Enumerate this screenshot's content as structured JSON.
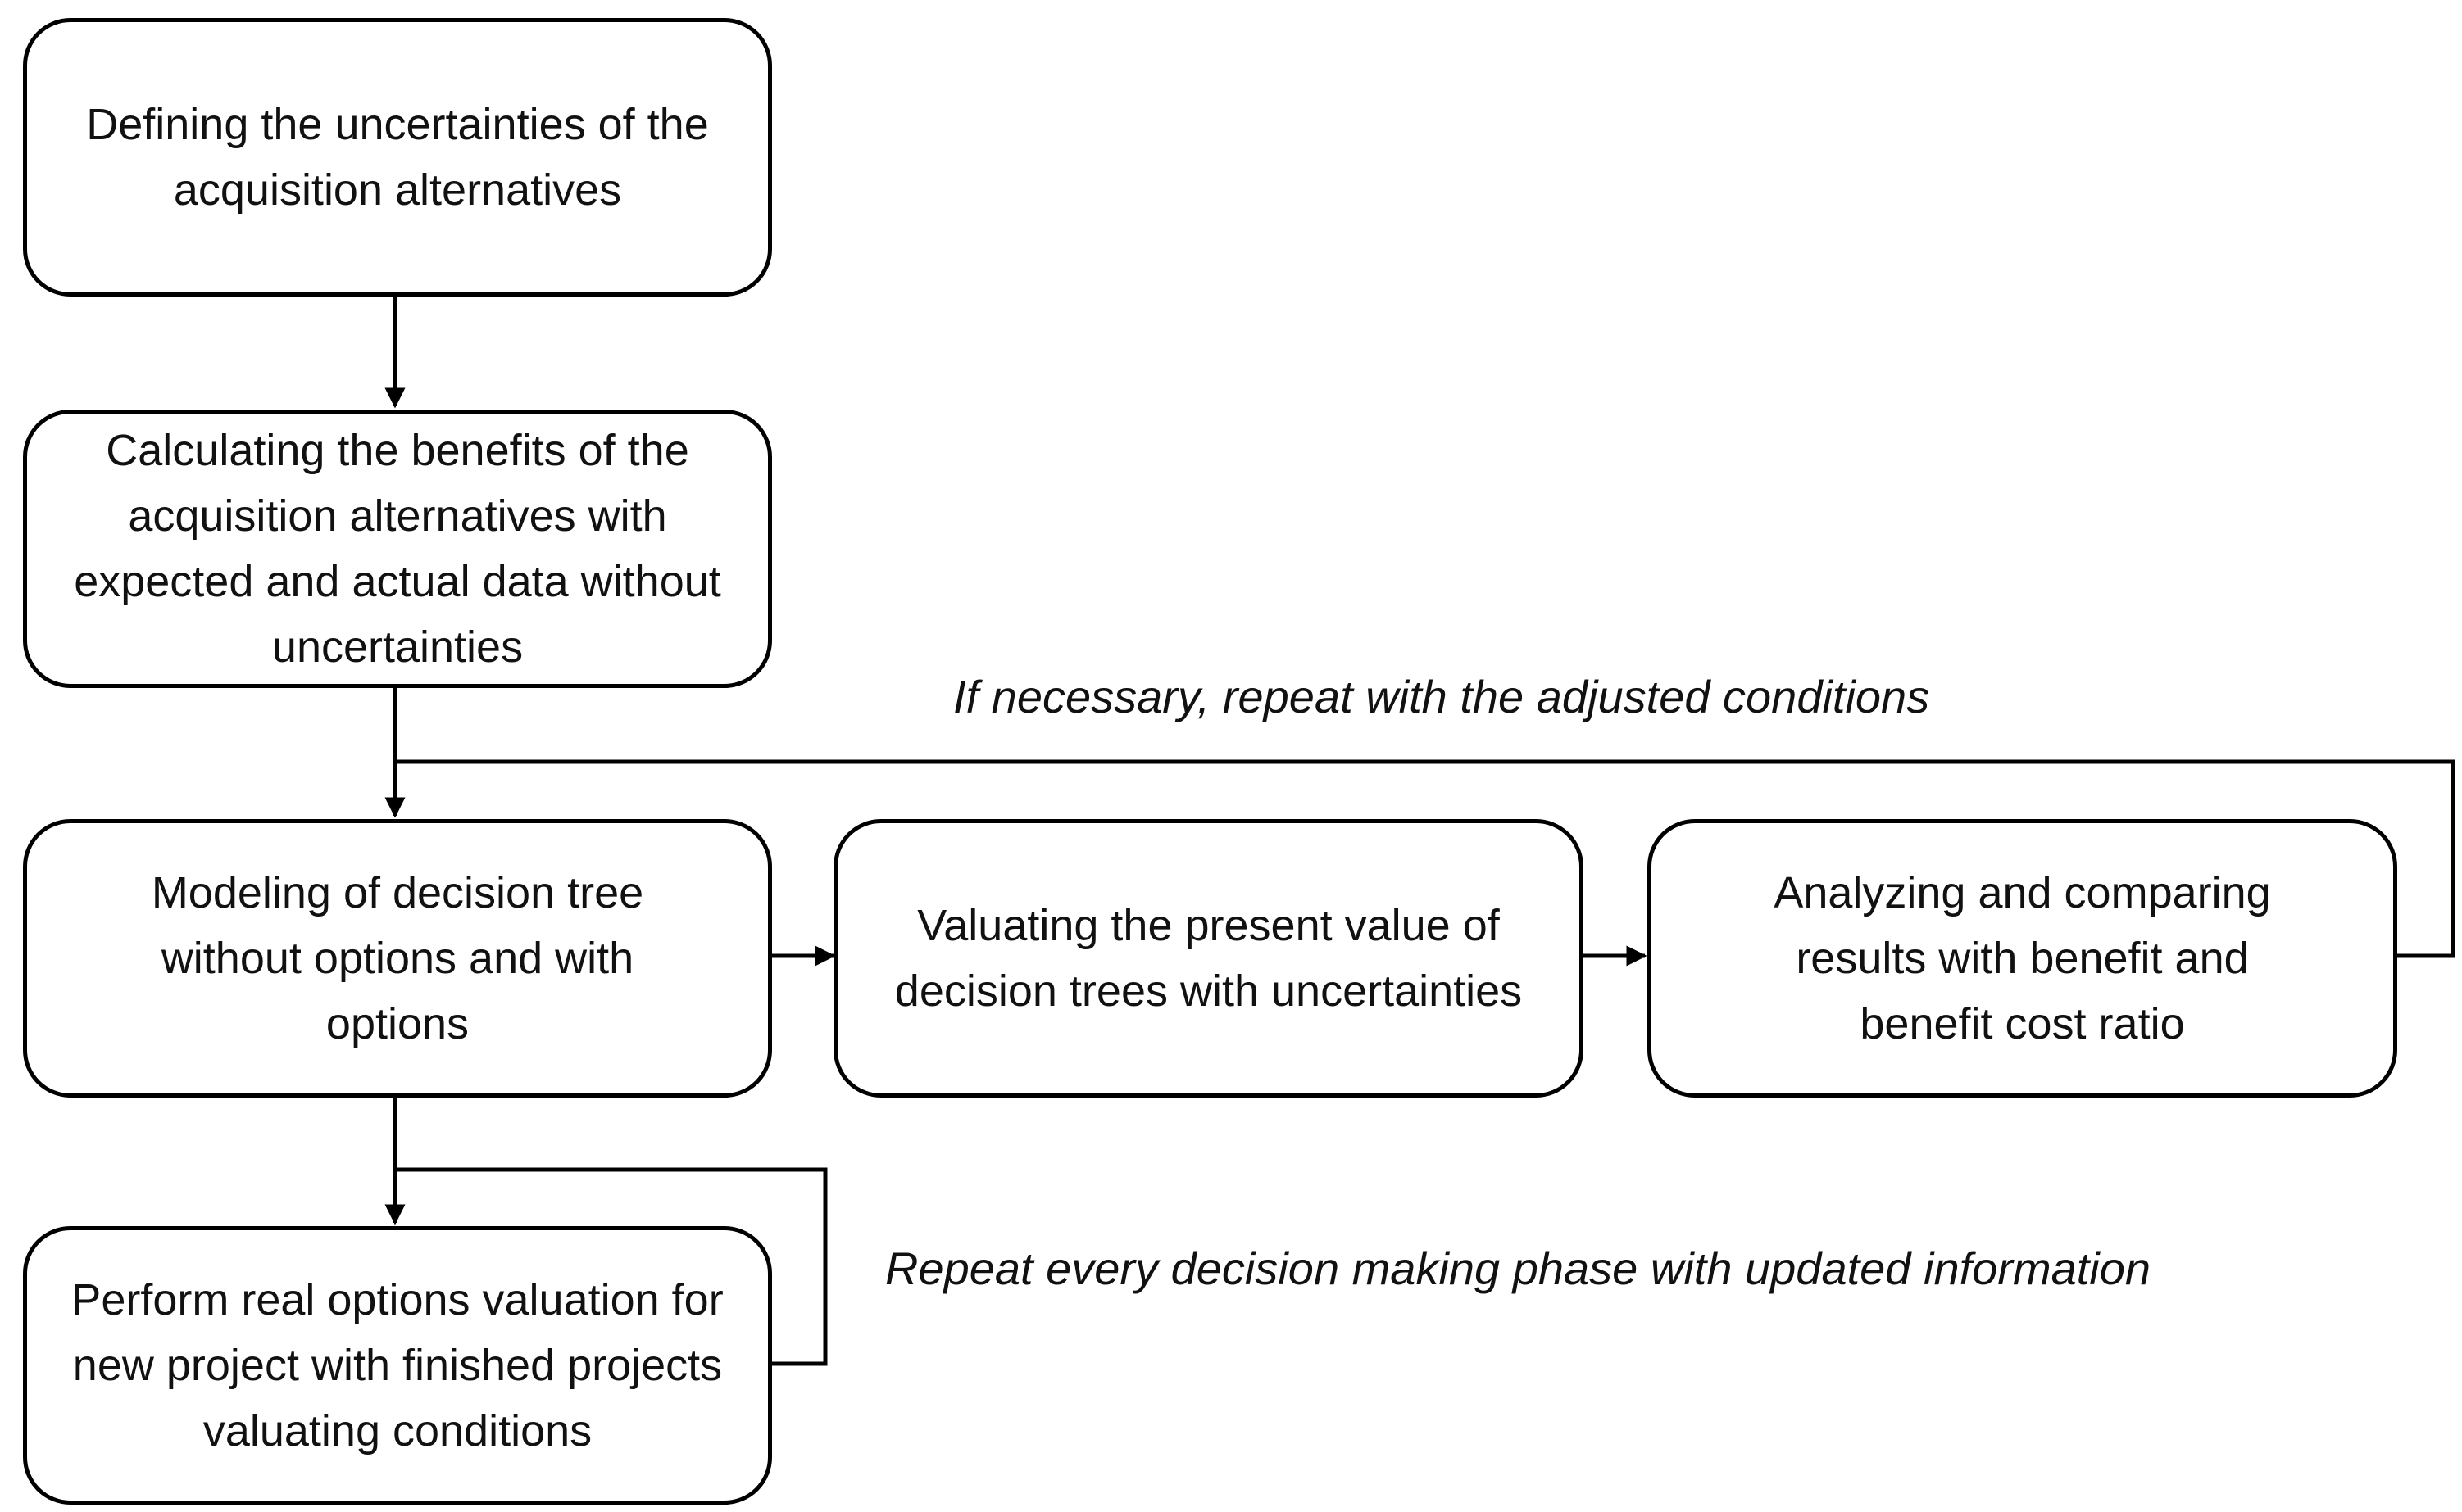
{
  "diagram": {
    "steps": {
      "define_uncertainties": "Defining the uncertainties of the acquisition alternatives",
      "calculate_benefits": "Calculating the benefits of the acquisition alternatives with expected and actual data without uncertainties",
      "model_decision_tree": "Modeling of decision tree without options and with options",
      "valuate_present_value": "Valuating the present value of decision trees with uncertainties",
      "analyze_compare": "Analyzing and comparing results with benefit and benefit cost ratio",
      "real_options_valuation": "Perform real options valuation for new project with finished projects valuating conditions"
    },
    "notes": {
      "repeat_adjusted": "If necessary, repeat with the adjusted conditions",
      "repeat_updated": "Repeat every decision making phase with updated information"
    }
  },
  "colors": {
    "line": "#000000",
    "text": "#111111",
    "background": "#ffffff"
  }
}
